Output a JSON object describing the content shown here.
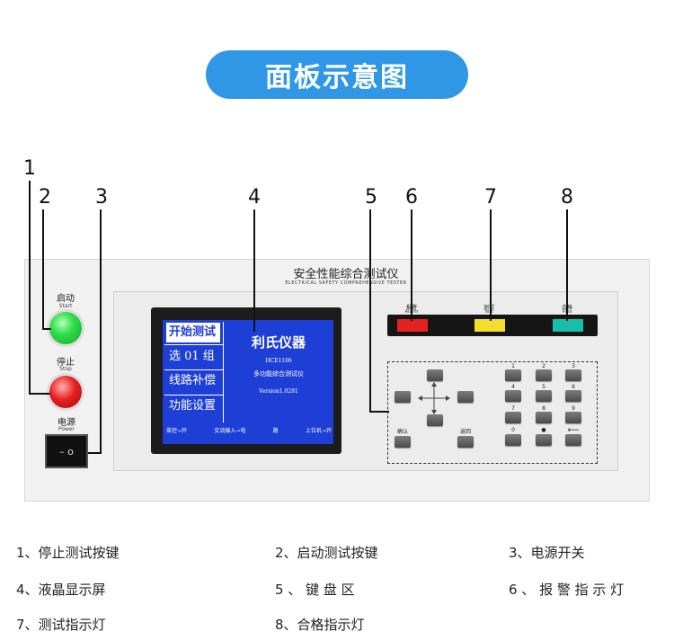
{
  "header": {
    "title": "面板示意图"
  },
  "callouts": [
    "1",
    "2",
    "3",
    "4",
    "5",
    "6",
    "7",
    "8"
  ],
  "panel": {
    "title": "安全性能综合测试仪",
    "subtitle": "ELECTRICAL SAFETY COMPREHENSIVE TESTER",
    "start_label": "启动",
    "start_sublabel": "Start",
    "stop_label": "停止",
    "stop_sublabel": "Stop",
    "power_label": "电源",
    "power_sublabel": "Power",
    "power_symbol": "– o",
    "indicators": [
      {
        "label": "报警",
        "sub": "Alarm",
        "color": "#e3231f"
      },
      {
        "label": "测试",
        "sub": "Test",
        "color": "#f2de2b"
      },
      {
        "label": "合格",
        "sub": "Pass",
        "color": "#16bfa7"
      }
    ]
  },
  "lcd": {
    "menu": [
      "开始测试",
      "选 01 组",
      "线路补偿",
      "功能设置"
    ],
    "selected_index": 0,
    "brand": "利氏仪器",
    "model": "HCE1106",
    "description": "多功能综合测试仪",
    "version": "Version1.0281",
    "footer": [
      "菜控→开",
      "交流输入→电",
      "路",
      "上位机→开"
    ]
  },
  "keypad": {
    "func_left": "确认",
    "func_right": "返回",
    "numbers": [
      "1",
      "2",
      "3",
      "4",
      "5",
      "6",
      "7",
      "8",
      "9",
      "0",
      "●",
      "⟵"
    ]
  },
  "legend": [
    "1、停止测试按键",
    "2、启动测试按键",
    "3、电源开关",
    "4、液晶显示屏",
    "5 、 键 盘 区",
    "6 、 报 警 指 示 灯",
    "7、测试指示灯",
    "8、合格指示灯"
  ]
}
